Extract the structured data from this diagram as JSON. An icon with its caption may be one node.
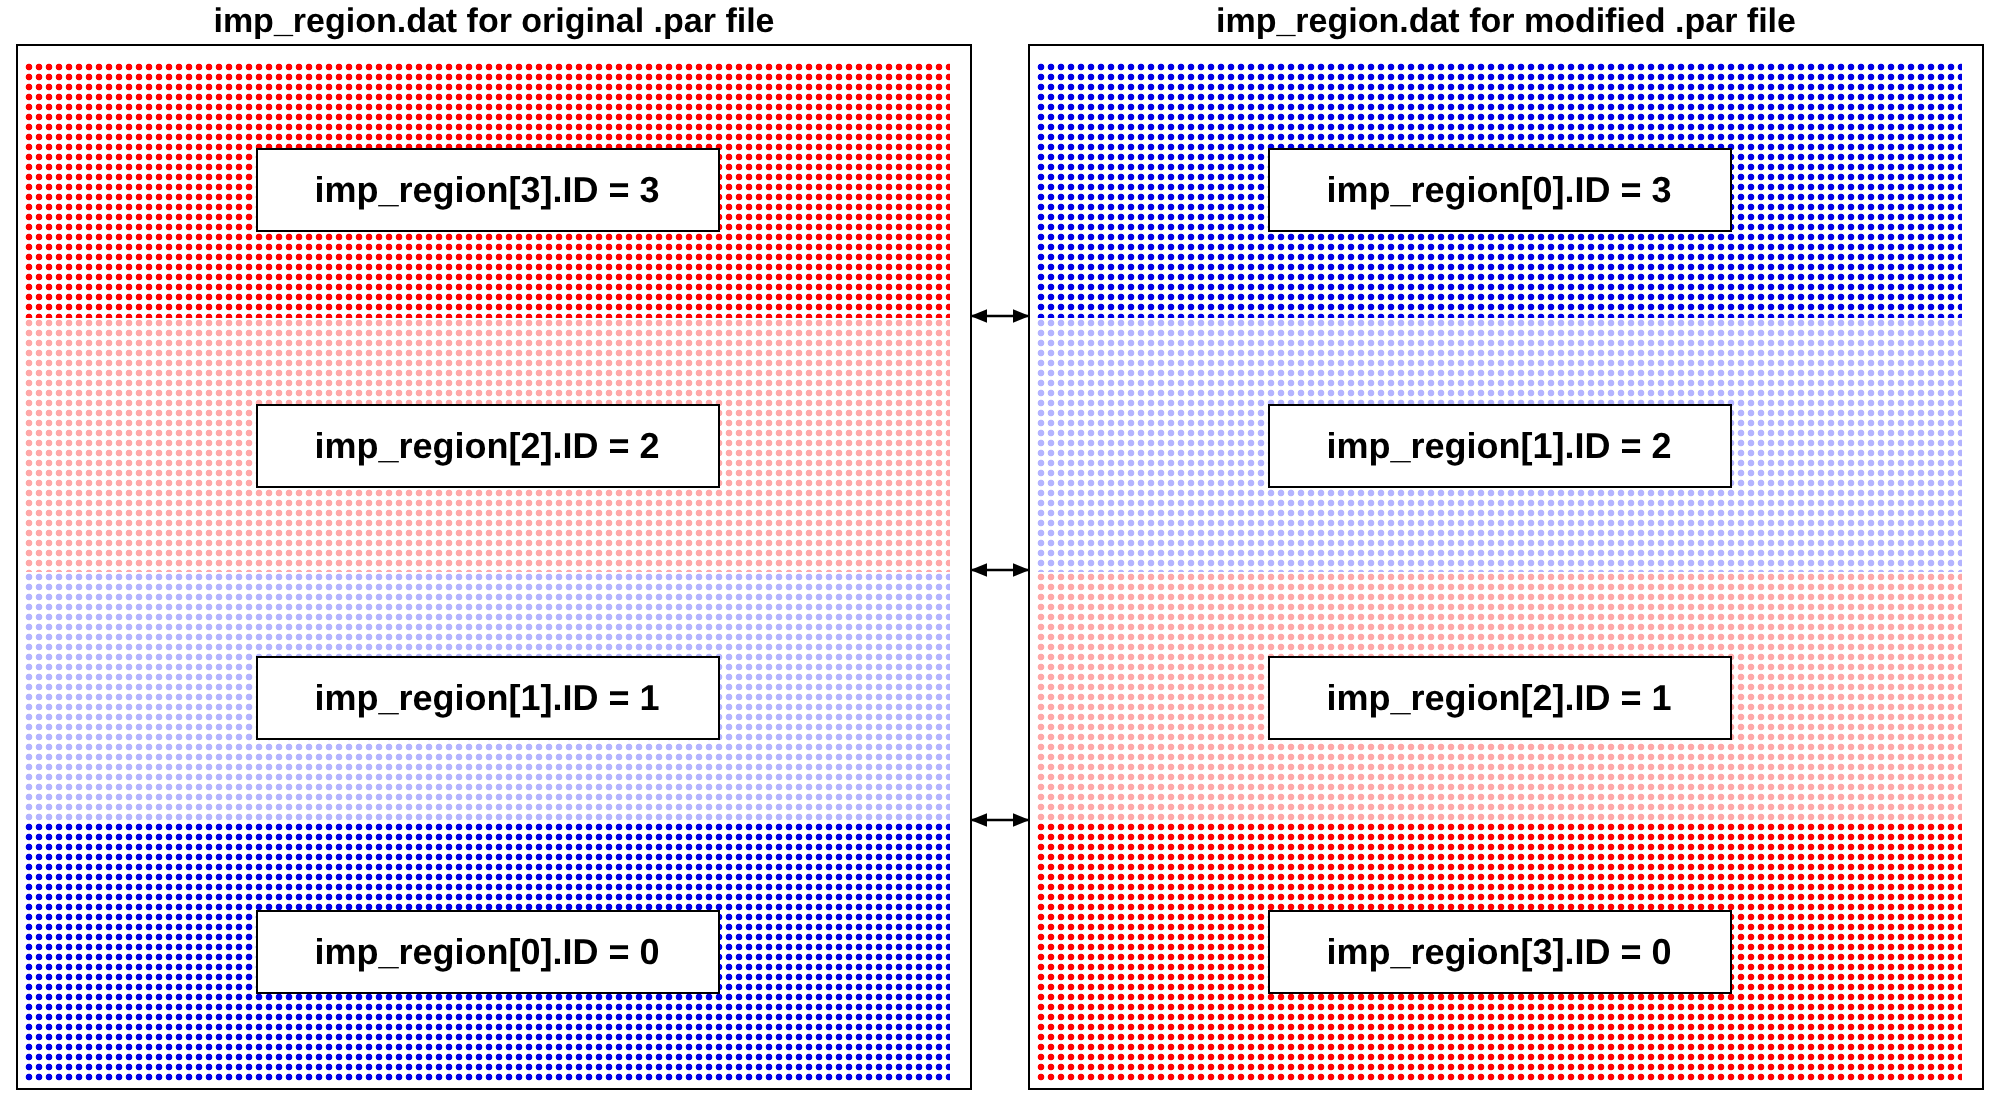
{
  "diagram": {
    "nodes": [
      {
        "text": [
          "imp_region.dat for original .par file"
        ]
      },
      {
        "text": [
          "imp_region[3].ID = 3"
        ],
        "in": 0
      },
      {
        "text": [
          "imp_region[2].ID = 2"
        ],
        "in": 0
      },
      {
        "text": [
          "imp_region[1].ID = 1"
        ],
        "in": 0
      },
      {
        "text": [
          "imp_region[0].ID = 0"
        ],
        "in": 0
      },
      {
        "text": [
          "imp_region.dat for modified .par file"
        ]
      },
      {
        "text": [
          "imp_region[0].ID = 3"
        ],
        "in": 5
      },
      {
        "text": [
          "imp_region[1].ID = 2"
        ],
        "in": 5
      },
      {
        "text": [
          "imp_region[2].ID = 1"
        ],
        "in": 5
      },
      {
        "text": [
          "imp_region[3].ID = 0"
        ],
        "in": 5
      }
    ],
    "edges": [
      {
        "from": 0,
        "to": 5,
        "arrow": "both"
      },
      {
        "from": 0,
        "to": 5,
        "arrow": "both"
      },
      {
        "from": 0,
        "to": 5,
        "arrow": "both"
      }
    ]
  }
}
